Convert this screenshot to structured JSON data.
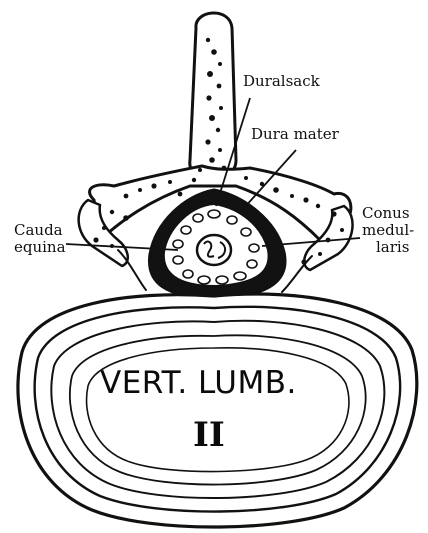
{
  "labels": {
    "duralsack": "Duralsack",
    "dura_mater": "Dura mater",
    "cauda_line1": "Cauda",
    "cauda_line2": "equina",
    "conus_line1": "Conus",
    "conus_line2": "medul-",
    "conus_line3": "laris",
    "vertebra": "VERT. LUMB.",
    "vertebra_number": "II"
  },
  "colors": {
    "ink": "#111111",
    "paper": "#ffffff",
    "sac_fill": "#121212"
  }
}
